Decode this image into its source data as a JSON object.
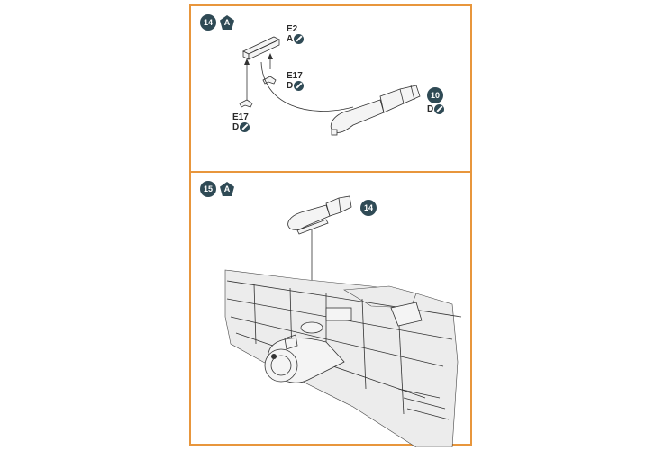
{
  "steps": [
    {
      "number": "14",
      "variant": "A",
      "callouts": [
        {
          "code": "E2",
          "variant": "A"
        },
        {
          "code": "E17",
          "variant": "D"
        },
        {
          "code": "E17",
          "variant": "D"
        },
        {
          "code": "10",
          "variant": "D"
        }
      ]
    },
    {
      "number": "15",
      "variant": "A",
      "subassembly_ref": "14"
    }
  ],
  "colors": {
    "frame": "#e8963c",
    "badge": "#2f4a55"
  },
  "icons": {
    "glue": "glue-icon"
  }
}
